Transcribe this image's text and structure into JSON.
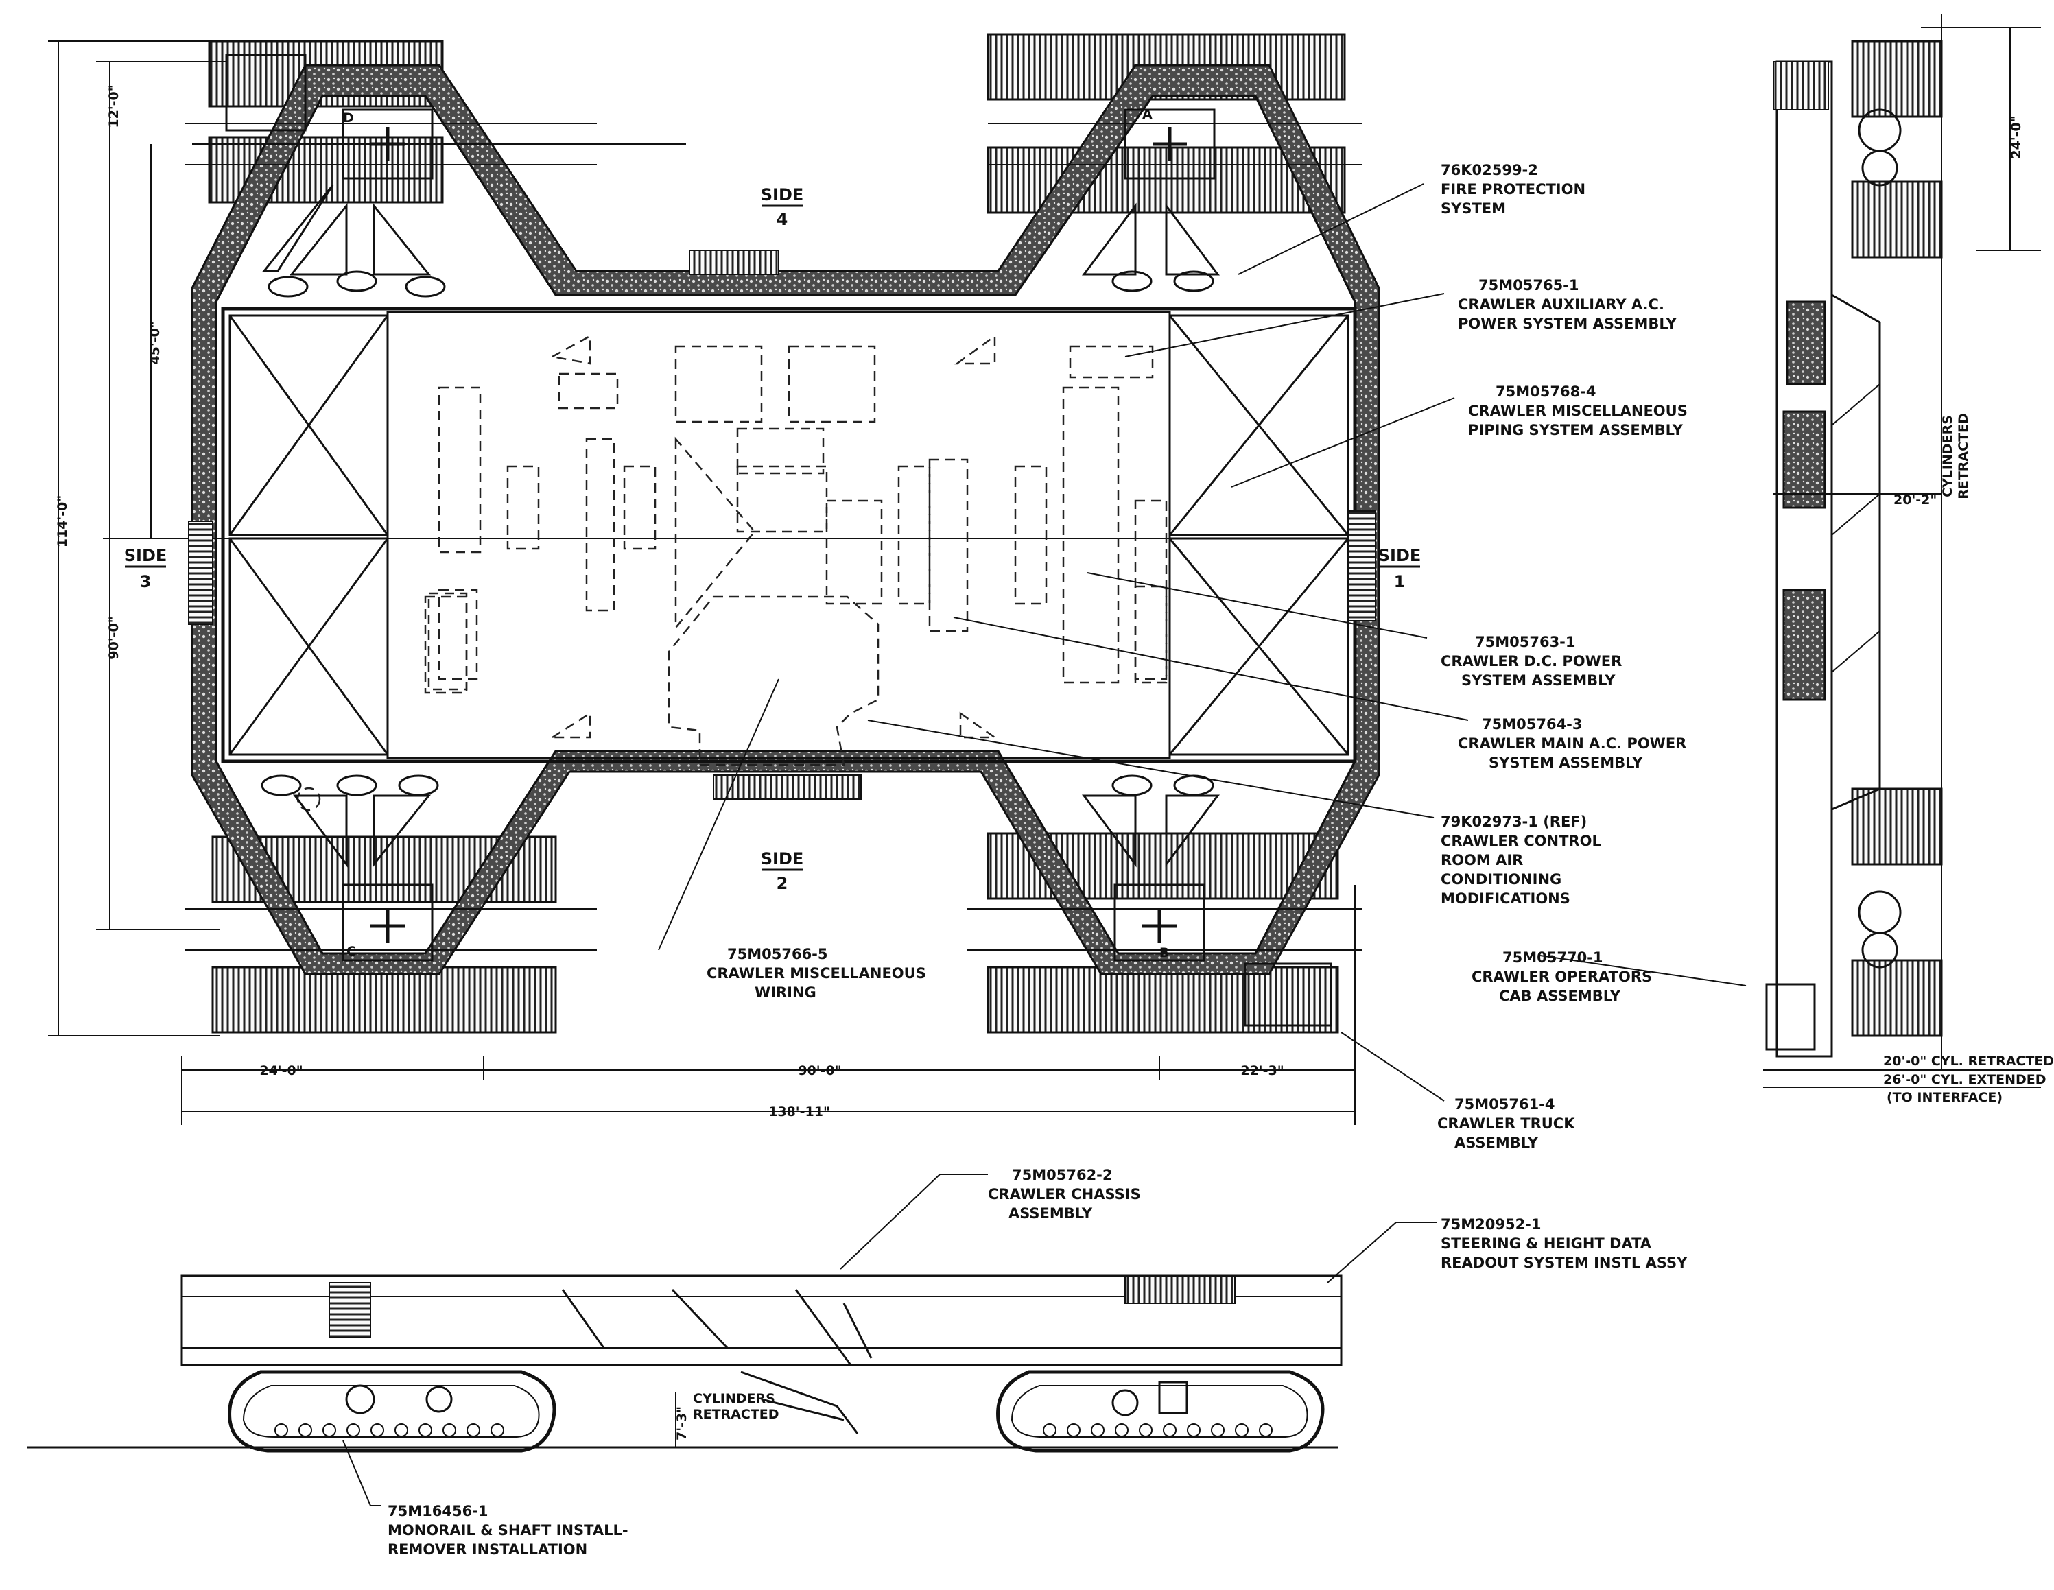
{
  "plan_view": {
    "sides": {
      "side4": {
        "word": "SIDE",
        "num": "4"
      },
      "side3": {
        "word": "SIDE",
        "num": "3"
      },
      "side1": {
        "word": "SIDE",
        "num": "1"
      },
      "side2": {
        "word": "SIDE",
        "num": "2"
      }
    },
    "corner_letters": {
      "a": "A",
      "b": "B",
      "c": "C",
      "d": "D"
    },
    "dimensions": {
      "d_12": "12'-0\"",
      "d_45": "45'-0\"",
      "d_114": "114'-0\"",
      "d_90v": "90'-0\"",
      "d_24h": "24'-0\"",
      "d_90h": "90'-0\"",
      "d_22": "22'-3\"",
      "d_138": "138'-11\""
    }
  },
  "callouts": [
    {
      "id": "c1",
      "lines": [
        "76K02599-2",
        "FIRE PROTECTION",
        "SYSTEM"
      ]
    },
    {
      "id": "c2",
      "lines": [
        "75M05765-1",
        "CRAWLER AUXILIARY A.C.",
        "POWER SYSTEM ASSEMBLY"
      ]
    },
    {
      "id": "c3",
      "lines": [
        "75M05768-4",
        "CRAWLER MISCELLANEOUS",
        "PIPING SYSTEM ASSEMBLY"
      ]
    },
    {
      "id": "c4",
      "lines": [
        "75M05763-1",
        "CRAWLER D.C. POWER",
        "SYSTEM ASSEMBLY"
      ]
    },
    {
      "id": "c5",
      "lines": [
        "75M05764-3",
        "CRAWLER MAIN A.C. POWER",
        "SYSTEM ASSEMBLY"
      ]
    },
    {
      "id": "c6",
      "lines": [
        "79K02973-1 (REF)",
        "CRAWLER CONTROL",
        "ROOM AIR",
        "CONDITIONING",
        "MODIFICATIONS"
      ]
    },
    {
      "id": "c7",
      "lines": [
        "75M05766-5",
        "CRAWLER MISCELLANEOUS",
        "WIRING"
      ]
    },
    {
      "id": "c8",
      "lines": [
        "75M05770-1",
        "CRAWLER OPERATORS",
        "CAB ASSEMBLY"
      ]
    },
    {
      "id": "c9",
      "lines": [
        "75M05761-4",
        "CRAWLER TRUCK",
        "ASSEMBLY"
      ]
    },
    {
      "id": "c10",
      "lines": [
        "75M05762-2",
        "CRAWLER CHASSIS",
        "ASSEMBLY"
      ]
    },
    {
      "id": "c11",
      "lines": [
        "75M20952-1",
        "STEERING & HEIGHT DATA",
        "READOUT SYSTEM INSTL ASSY"
      ]
    },
    {
      "id": "c12",
      "lines": [
        "75M16456-1",
        "MONORAIL & SHAFT INSTALL-",
        "REMOVER INSTALLATION"
      ]
    }
  ],
  "side_view": {
    "d_24": "24'-0\"",
    "d_20": "20'-2\"",
    "cyl_word": "CYLINDERS",
    "cyl_state": "RETRACTED",
    "bottom_1": "20'-0\" CYL. RETRACTED",
    "bottom_2": "26'-0\" CYL. EXTENDED",
    "bottom_3": "(TO INTERFACE)"
  },
  "elevation_view": {
    "d_7": "7'-3\"",
    "cyl_word": "CYLINDERS",
    "cyl_state": "RETRACTED"
  }
}
